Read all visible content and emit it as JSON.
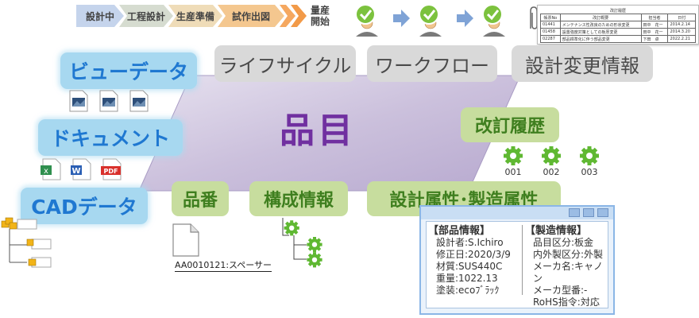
{
  "process": {
    "stages": [
      "設計中",
      "工程設計",
      "生産準備",
      "試作出図"
    ],
    "final_stage": "量産\n開始"
  },
  "revision_table": {
    "title": "改訂履歴",
    "headers": [
      "帳票No",
      "改訂概要",
      "担当者",
      "日付"
    ],
    "rows": [
      [
        "01441",
        "メンテナンス性改良のための形状変更",
        "田中　花一",
        "2014.2.14"
      ],
      [
        "01458",
        "設置強度対策としての板厚変更",
        "田中　花一",
        "2014.3.20"
      ],
      [
        "02287",
        "部品標準化に伴う部品変更",
        "下田　卓",
        "2022.2.21"
      ]
    ]
  },
  "labels": {
    "view_data": "ビューデータ",
    "documents": "ドキュメント",
    "cad_data": "CADデータ",
    "lifecycle": "ライフサイクル",
    "workflow": "ワークフロー",
    "design_change": "設計変更情報",
    "center": "品目",
    "revision_history": "改訂履歴",
    "part_number": "品番",
    "structure": "構成情報",
    "attributes": "設計属性･製造属性"
  },
  "gears": [
    "001",
    "002",
    "003"
  ],
  "file_name": "AA0010121:スペーサー",
  "part_info": {
    "title": "【部品情報】",
    "lines": [
      "設計者:S.Ichiro",
      "修正日:2020/3/9",
      "材質:SUS440C",
      "重量:1022.13",
      "塗装:ecoﾌﾞﾗｯｸ"
    ]
  },
  "mfg_info": {
    "title": "【製造情報】",
    "lines": [
      "品目区分:板金",
      "内外製区分:外製",
      "メーカ名:キャノン",
      "メーカ型番:-",
      "RoHS指令:対応"
    ]
  },
  "doc_icons": [
    "x",
    "W",
    "PDF"
  ],
  "colors": {
    "purple": "#7030a0",
    "blue_label": "#a7d8f0",
    "blue_text": "#1f78d1",
    "green_label": "#c7dd9e",
    "green_text": "#3f7f1f",
    "grey_label": "#d9d9d9",
    "gear": "#5fb832"
  }
}
